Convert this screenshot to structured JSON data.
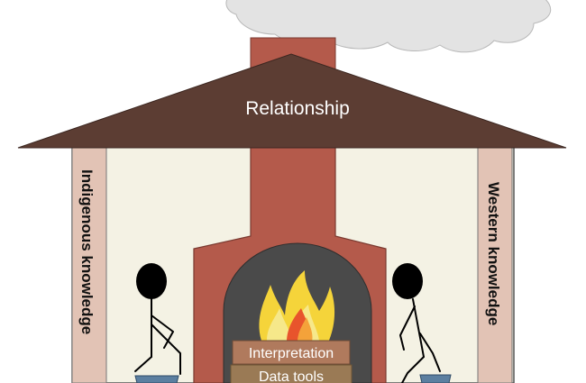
{
  "roof": {
    "label": "Relationship"
  },
  "pillars": {
    "left_label": "Indigenous knowledge",
    "right_label": "Western knowledge"
  },
  "fireplace": {
    "logs": [
      "Interpretation",
      "Data tools"
    ]
  },
  "colors": {
    "roof": "#5c3d33",
    "chimney": "#b45a4b",
    "wall": "#f4f2e4",
    "pillar": "#e2c3b5",
    "firebox": "#4a4a4a",
    "log_top": "#b07a5d",
    "log_bottom": "#9a7a55",
    "stool": "#5c7fa0",
    "smoke": "#e3e3e3"
  }
}
